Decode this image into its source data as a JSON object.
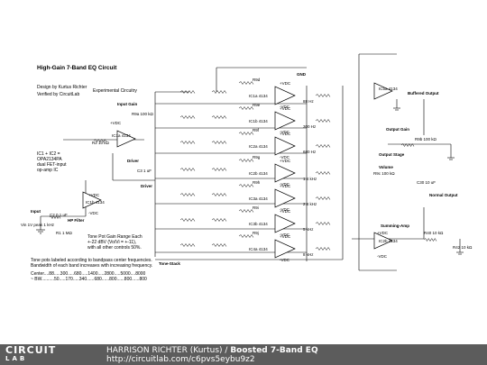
{
  "schematic": {
    "title": "High-Gain 7-Band EQ Circuit",
    "design_by": "Design by Kurtus Richter",
    "verified_by": "Verified by CircuitLab",
    "experimental": "Experimental Circuitry",
    "ic_note": [
      "IC1 + IC2 =",
      "OPA2134PA",
      "dual FET-input",
      "op-amp IC"
    ],
    "tone_pot_note": [
      "Tone Pot Gain Range Each",
      "+-22 dBV (Vo/Vi = +-11),",
      "with all other controls 50%."
    ],
    "band_note": [
      "Tone pots labeled according to bandpass center frequencies.",
      "Bandwidth of each band increases with increasing frequency."
    ],
    "center_row": "Center....88.....300.....680.....1400.....2800.....5000....8000",
    "bw_row": "~ BW..........50.....170.....340......680......800......800......800",
    "labels": {
      "input_gain": "Input Gain",
      "driver": "Driver",
      "hp_filter": "HP Filter",
      "input": "Input",
      "tone_stack": "Tone-Stack",
      "summing_amp": "Summing-Amp",
      "output_stage": "Output Stage",
      "output_gain": "Output Gain",
      "volume": "Volume",
      "buffered_output": "Buffered Output",
      "normal_output": "Normal Output",
      "gnd": "GND",
      "pos_vdc": "+VDC",
      "neg_vdc": "-VDC"
    },
    "bands": [
      "88 Hz",
      "300 Hz",
      "680 Hz",
      "1.4 kHz",
      "2.8 kHz",
      "5 kHz",
      "8 kHz"
    ],
    "band_parts": [
      {
        "pot": "R9d",
        "opamp": "IC1a 4134"
      },
      {
        "pot": "R9e",
        "opamp": "IC1b 4134"
      },
      {
        "pot": "R9f",
        "opamp": "IC2a 4134"
      },
      {
        "pot": "R9g",
        "opamp": "IC2b 4134"
      },
      {
        "pot": "R9h",
        "opamp": "IC3a 4134"
      },
      {
        "pot": "R9i",
        "opamp": "IC3b 4134"
      },
      {
        "pot": "R9j",
        "opamp": "IC4a 4134"
      }
    ],
    "input_parts": {
      "opamp_gain": "IC1a 4134",
      "opamp_hp": "IC1b 4134",
      "source": "Vin 1V peak 1 kHz",
      "c_in": "C2 0.1 uF",
      "r_in": "R1 1 MΩ",
      "r_gain": "R2 10 kΩ",
      "pot_gain": "R9a 100 kΩ",
      "c_driver": "C3 1 uF"
    },
    "out_parts": {
      "opamp_sum": "IC2b 4134",
      "opamp_buf": "IC5a 4134",
      "pot_out": "R9b 100 kΩ",
      "pot_vol": "R9c 100 kΩ",
      "r_out": "R40 10 kΩ",
      "c_out": "C30 10 uF",
      "r_term": "R42 10 kΩ"
    }
  },
  "footer": {
    "logo_top": "CIRCUIT",
    "logo_bottom": "LAB",
    "author": "HARRISON RICHTER (Kurtus)",
    "separator": " / ",
    "circuit_name": "Boosted 7-Band EQ",
    "url": "http://circuitlab.com/c6pvs5eybu9z2"
  },
  "colors": {
    "wire": "#000000",
    "footer_bg": "#5c5c5c",
    "footer_text": "#ffffff"
  }
}
